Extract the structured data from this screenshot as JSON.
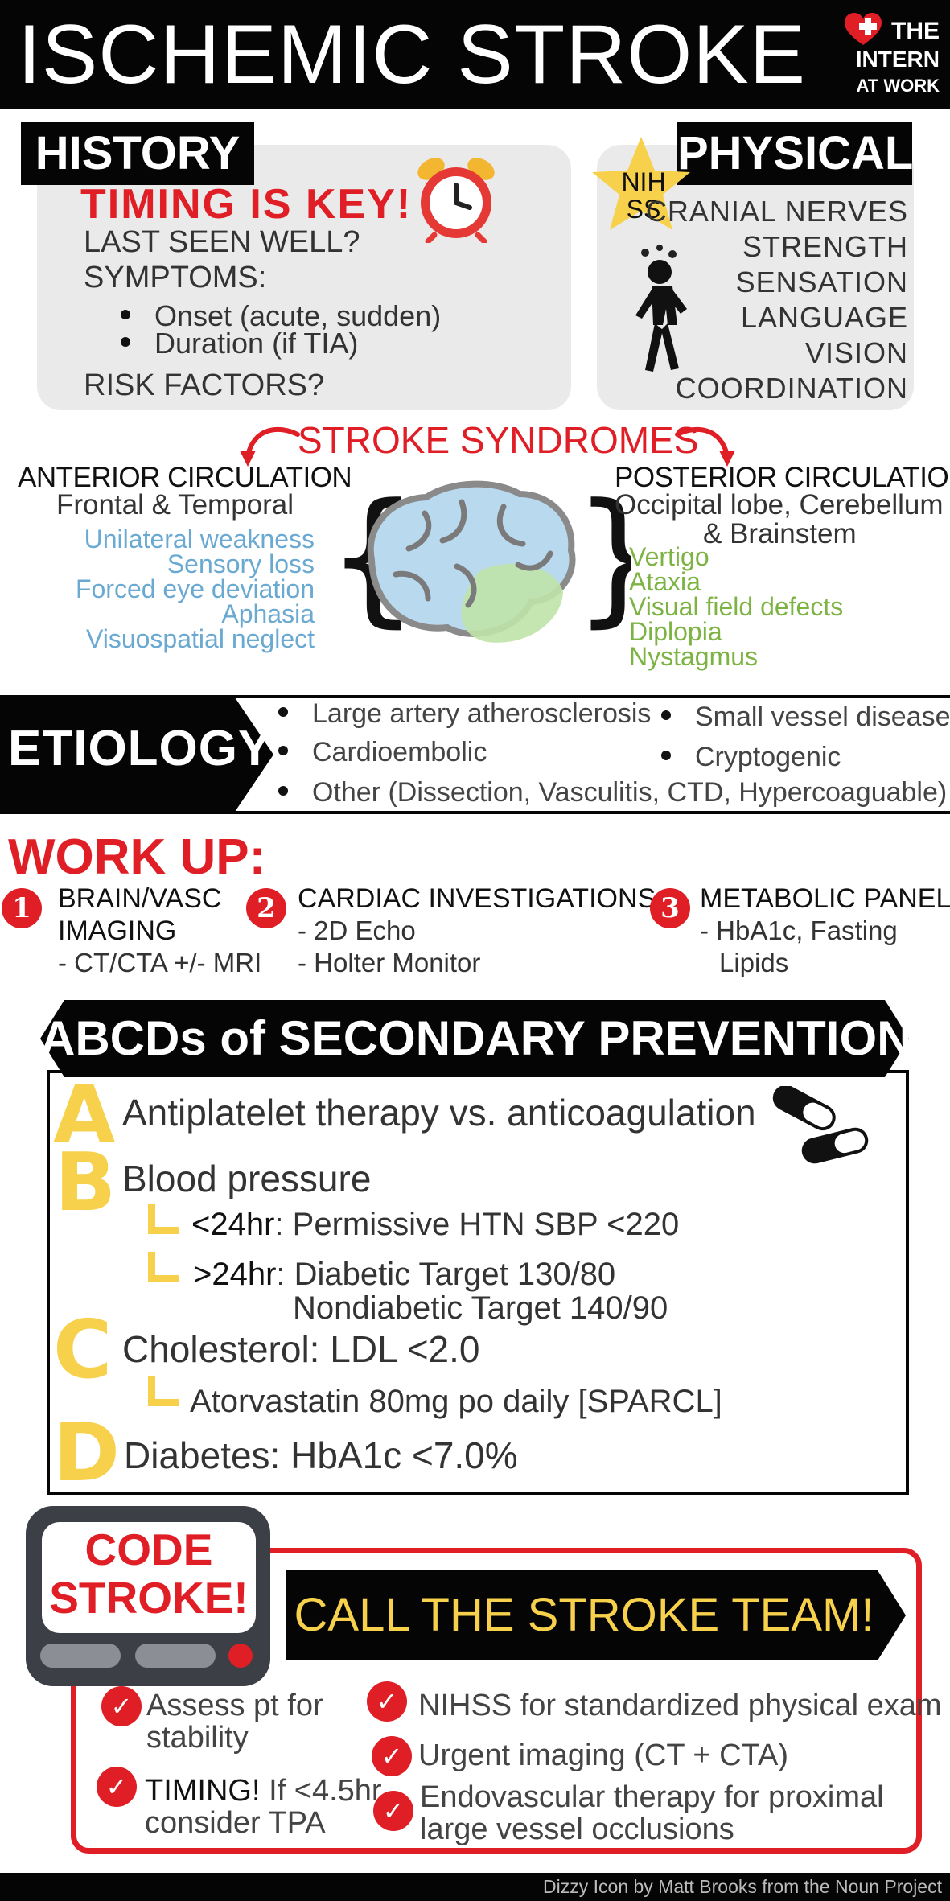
{
  "header": {
    "title": "ISCHEMIC STROKE",
    "logo_line1": "THE",
    "logo_line2": "INTERN",
    "logo_line3": "AT WORK"
  },
  "history": {
    "heading": "HISTORY",
    "emphasis": "TIMING IS KEY!",
    "line1": "LAST SEEN WELL?",
    "line2": "SYMPTOMS:",
    "bullets": [
      "Onset (acute, sudden)",
      "Duration (if TIA)"
    ],
    "line3": "RISK FACTORS?"
  },
  "physical": {
    "heading": "PHYSICAL",
    "star_line1": "NIH",
    "star_line2": "SS",
    "items": [
      "CRANIAL NERVES",
      "STRENGTH",
      "SENSATION",
      "LANGUAGE",
      "VISION",
      "COORDINATION"
    ]
  },
  "syndromes": {
    "title": "STROKE SYNDROMES",
    "anterior": {
      "heading": "ANTERIOR CIRCULATION",
      "subtitle": "Frontal & Temporal",
      "items": [
        "Unilateral weakness",
        "Sensory loss",
        "Forced eye deviation",
        "Aphasia",
        "Visuospatial neglect"
      ]
    },
    "posterior": {
      "heading": "POSTERIOR CIRCULATION",
      "subtitle1": "Occipital lobe, Cerebellum",
      "subtitle2": "& Brainstem",
      "items": [
        "Vertigo",
        "Ataxia",
        "Visual field defects",
        "Diplopia",
        "Nystagmus"
      ]
    }
  },
  "etiology": {
    "label": "ETIOLOGY",
    "items": [
      "Large artery atherosclerosis",
      "Cardioembolic",
      "Other (Dissection, Vasculitis, CTD, Hypercoaguable)",
      "Small vessel disease",
      "Cryptogenic"
    ]
  },
  "workup": {
    "title": "WORK UP:",
    "steps": [
      {
        "num": "1",
        "head1": "BRAIN/VASC",
        "head2": "IMAGING",
        "sub1": "- CT/CTA +/-  MRI",
        "sub2": ""
      },
      {
        "num": "2",
        "head1": "CARDIAC INVESTIGATIONS",
        "head2": "",
        "sub1": "- 2D Echo",
        "sub2": "- Holter Monitor"
      },
      {
        "num": "3",
        "head1": "METABOLIC PANEL",
        "head2": "",
        "sub1": "- HbA1c, Fasting",
        "sub2": "Lipids"
      }
    ]
  },
  "abcd": {
    "title": "ABCDs of SECONDARY PREVENTION",
    "a": {
      "letter": "A",
      "text": "Antiplatelet therapy vs. anticoagulation"
    },
    "b": {
      "letter": "B",
      "text": "Blood pressure",
      "sub1_key": "<24hr",
      "sub1_rest": ": Permissive HTN SBP <220",
      "sub2_key": ">24hr",
      "sub2_rest": ": Diabetic Target 130/80",
      "sub2_line2": "Nondiabetic Target 140/90"
    },
    "c": {
      "letter": "C",
      "text": "Cholesterol: LDL <2.0",
      "sub": "Atorvastatin 80mg po daily [SPARCL]"
    },
    "d": {
      "letter": "D",
      "text": "Diabetes: HbA1c <7.0%"
    }
  },
  "code_stroke": {
    "screen_line1": "CODE",
    "screen_line2": "STROKE!",
    "banner": "CALL THE STROKE TEAM!",
    "left_items": [
      {
        "bold": "",
        "line1": "Assess pt for",
        "line2": "stability"
      },
      {
        "bold": "TIMING!",
        "line1": " If <4.5hr",
        "line2": "consider TPA"
      }
    ],
    "right_items": [
      {
        "line1": "NIHSS for standardized physical exam",
        "line2": ""
      },
      {
        "line1": "Urgent imaging (CT + CTA)",
        "line2": ""
      },
      {
        "line1": "Endovascular therapy for proximal",
        "line2": "large vessel occlusions"
      }
    ]
  },
  "footer": {
    "credit": "Dizzy Icon by Matt Brooks from the Noun Project"
  },
  "colors": {
    "accent_red": "#e01e26",
    "anterior_blue": "#6aa9d2",
    "posterior_green": "#7cb342",
    "letter_yellow": "#f7d14c",
    "panel_gray": "#eaeaea"
  }
}
